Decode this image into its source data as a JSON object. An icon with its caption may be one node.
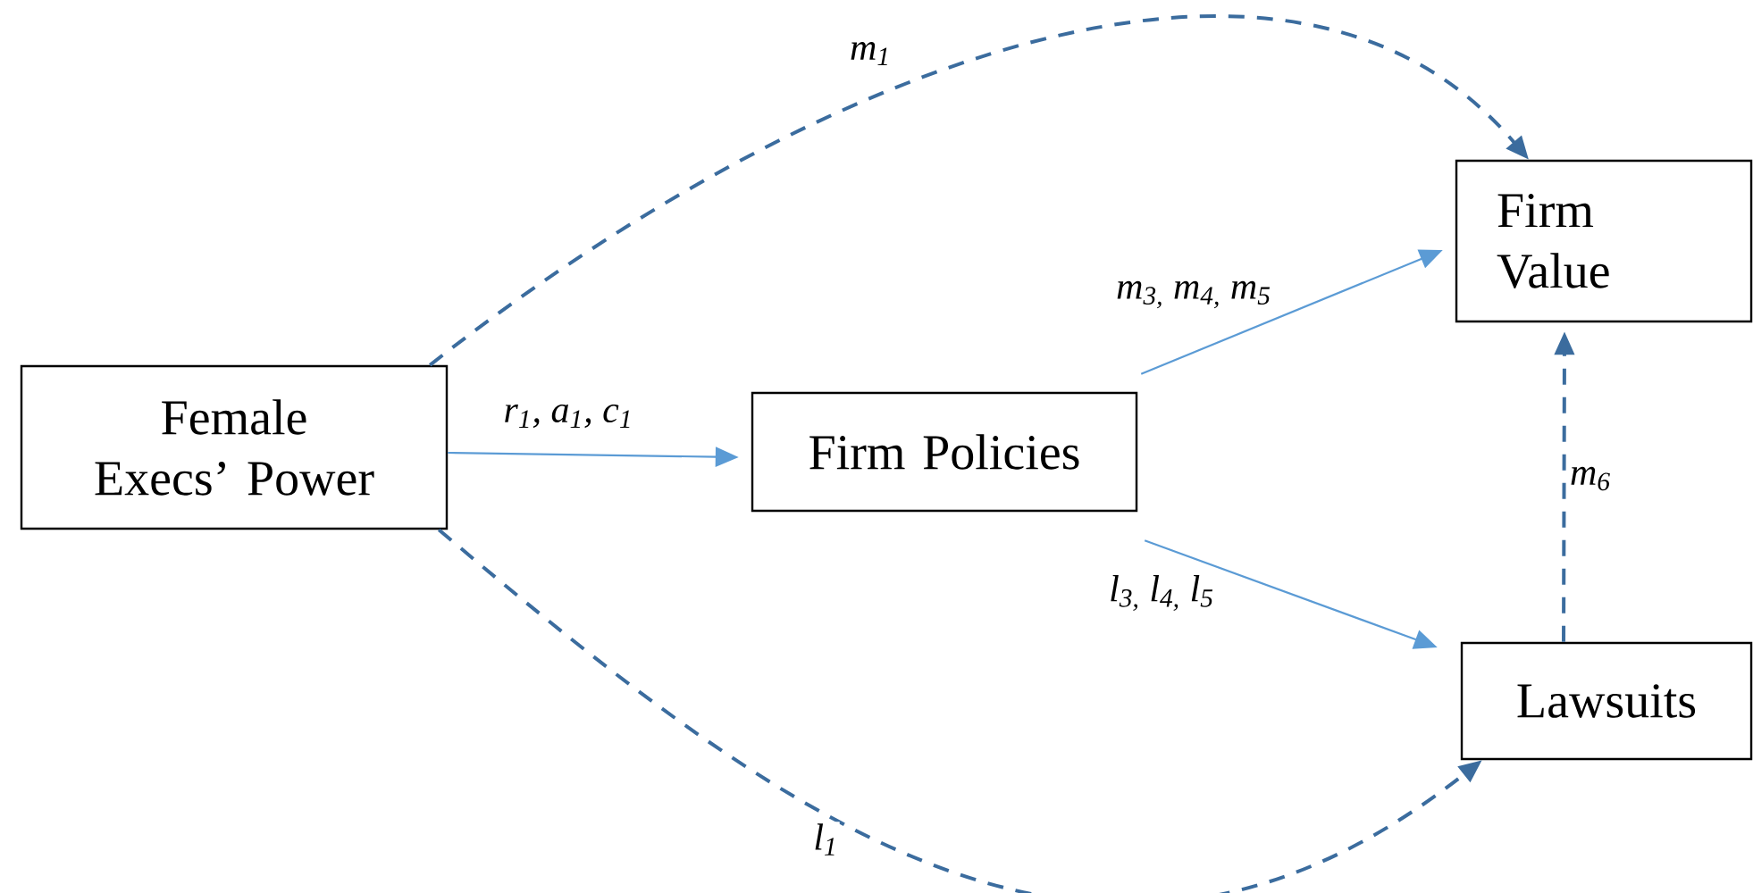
{
  "diagram": {
    "nodes": [
      {
        "text": [
          "Female Execs’ Power"
        ]
      },
      {
        "text": [
          "Firm Policies"
        ]
      },
      {
        "text": [
          "Firm Value"
        ]
      },
      {
        "text": [
          "Lawsuits"
        ]
      }
    ],
    "edges": [
      {
        "from": 0,
        "to": 1,
        "arrow": "to",
        "label": "r$_{1}$, a$_{1}$, c$_{1}$"
      },
      {
        "from": 1,
        "to": 2,
        "arrow": "to",
        "label": "m$_{3,}$ m$_{4,}$ m$_{5}$"
      },
      {
        "from": 1,
        "to": 3,
        "arrow": "to",
        "label": "l$_{3,}$ l$_{4,}$ l$_{5}$"
      },
      {
        "from": 3,
        "to": 2,
        "arrow": "to",
        "label": "m$_{6}$",
        "style": "dashed",
        "color": "#3b6c9e"
      },
      {
        "from": 0,
        "to": 2,
        "arrow": "to",
        "label": "m$_{1}$",
        "style": "dashed",
        "color": "#3b6c9e"
      },
      {
        "from": 0,
        "to": 3,
        "arrow": "to",
        "label": "l$_{1}$",
        "style": "dashed",
        "color": "#3b6c9e"
      }
    ]
  }
}
